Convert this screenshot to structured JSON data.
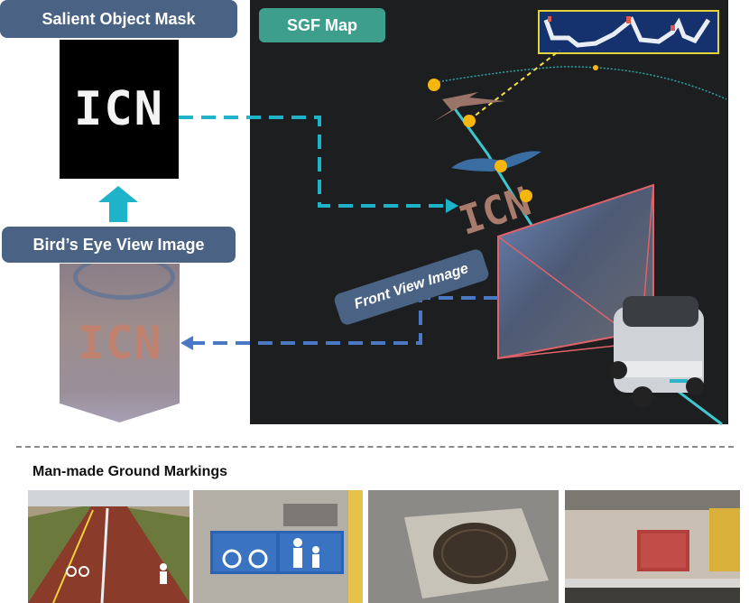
{
  "labels": {
    "mask": "Salient Object Mask",
    "bev": "Bird’s Eye View Image",
    "sgf": "SGF Map",
    "front": "Front View Image",
    "ground": "Man-made Ground Markings"
  },
  "panels": {
    "mask_text": "ICN",
    "bev_text": "ICN"
  },
  "colors": {
    "label_bg": "#4a6283",
    "sgf_label_bg": "#3d9e8c",
    "teal_arrow": "#1fb3c9",
    "blue_arrow": "#4a78c4",
    "node": "#f5b70e",
    "frustum": "#e0626a"
  },
  "icons": [
    "bicycle-icon",
    "pedestrian-icon",
    "manhole-cover",
    "robot"
  ]
}
